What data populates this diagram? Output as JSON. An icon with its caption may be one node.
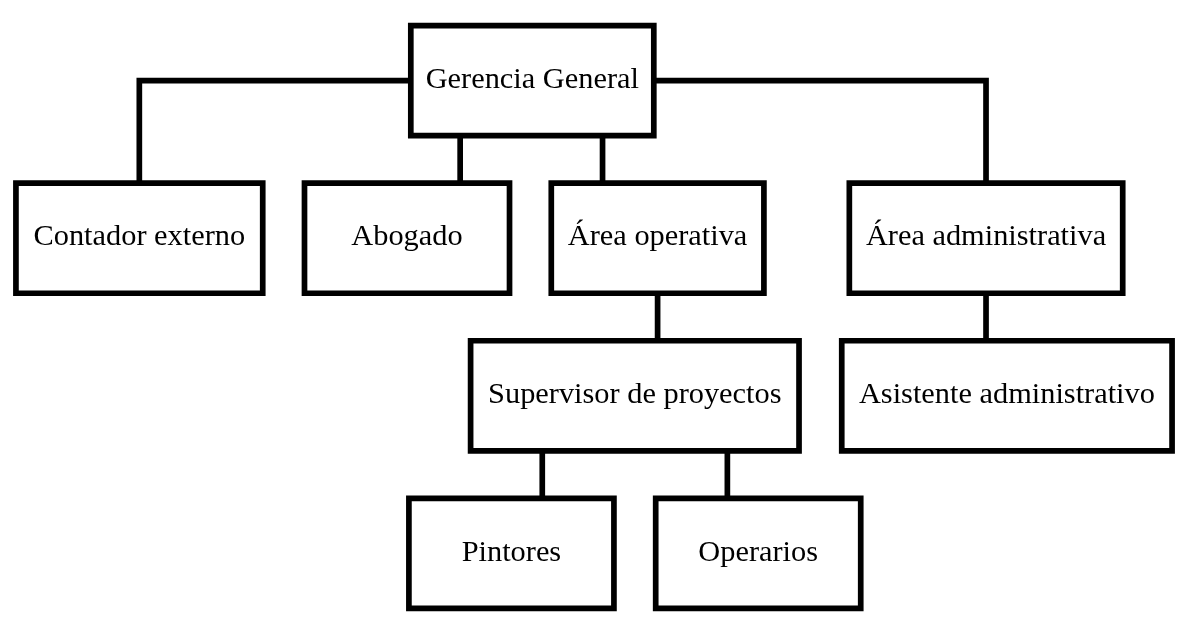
{
  "diagram": {
    "nodes": [
      {
        "text": [
          "Gerencia General"
        ]
      },
      {
        "text": [
          "Contador externo"
        ]
      },
      {
        "text": [
          "Abogado"
        ]
      },
      {
        "text": [
          "Área operativa"
        ]
      },
      {
        "text": [
          "Área administrativa"
        ]
      },
      {
        "text": [
          "Supervisor de proyectos"
        ]
      },
      {
        "text": [
          "Asistente administrativo"
        ]
      },
      {
        "text": [
          "Pintores"
        ]
      },
      {
        "text": [
          "Operarios"
        ]
      }
    ],
    "edges": [
      {
        "from": 0,
        "to": 1,
        "arrow": "none"
      },
      {
        "from": 0,
        "to": 2,
        "arrow": "none"
      },
      {
        "from": 0,
        "to": 3,
        "arrow": "none"
      },
      {
        "from": 0,
        "to": 4,
        "arrow": "none"
      },
      {
        "from": 3,
        "to": 5,
        "arrow": "none"
      },
      {
        "from": 4,
        "to": 6,
        "arrow": "none"
      },
      {
        "from": 5,
        "to": 7,
        "arrow": "none"
      },
      {
        "from": 5,
        "to": 8,
        "arrow": "none"
      }
    ]
  }
}
